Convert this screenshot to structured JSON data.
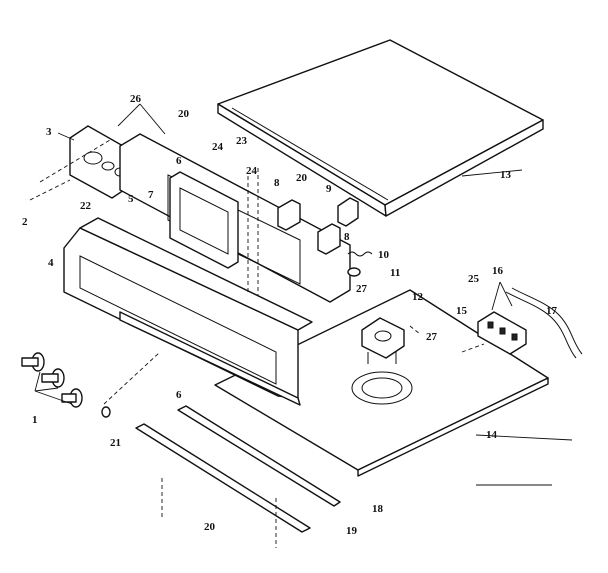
{
  "diagram": {
    "callouts": [
      {
        "id": "c1",
        "text": "1"
      },
      {
        "id": "c2",
        "text": "2"
      },
      {
        "id": "c3",
        "text": "3"
      },
      {
        "id": "c4",
        "text": "4"
      },
      {
        "id": "c5",
        "text": "5"
      },
      {
        "id": "c6a",
        "text": "6"
      },
      {
        "id": "c6b",
        "text": "6"
      },
      {
        "id": "c7",
        "text": "7"
      },
      {
        "id": "c8a",
        "text": "8"
      },
      {
        "id": "c8b",
        "text": "8"
      },
      {
        "id": "c9",
        "text": "9"
      },
      {
        "id": "c10",
        "text": "10"
      },
      {
        "id": "c11",
        "text": "11"
      },
      {
        "id": "c12",
        "text": "12"
      },
      {
        "id": "c13",
        "text": "13"
      },
      {
        "id": "c14",
        "text": "14"
      },
      {
        "id": "c15",
        "text": "15"
      },
      {
        "id": "c16",
        "text": "16"
      },
      {
        "id": "c17",
        "text": "17"
      },
      {
        "id": "c18",
        "text": "18"
      },
      {
        "id": "c19",
        "text": "19"
      },
      {
        "id": "c20a",
        "text": "20"
      },
      {
        "id": "c20b",
        "text": "20"
      },
      {
        "id": "c20c",
        "text": "20"
      },
      {
        "id": "c21",
        "text": "21"
      },
      {
        "id": "c22",
        "text": "22"
      },
      {
        "id": "c23",
        "text": "23"
      },
      {
        "id": "c24a",
        "text": "24"
      },
      {
        "id": "c24b",
        "text": "24"
      },
      {
        "id": "c25",
        "text": "25"
      },
      {
        "id": "c26",
        "text": "26"
      },
      {
        "id": "c27a",
        "text": "27"
      },
      {
        "id": "c27b",
        "text": "27"
      }
    ]
  }
}
